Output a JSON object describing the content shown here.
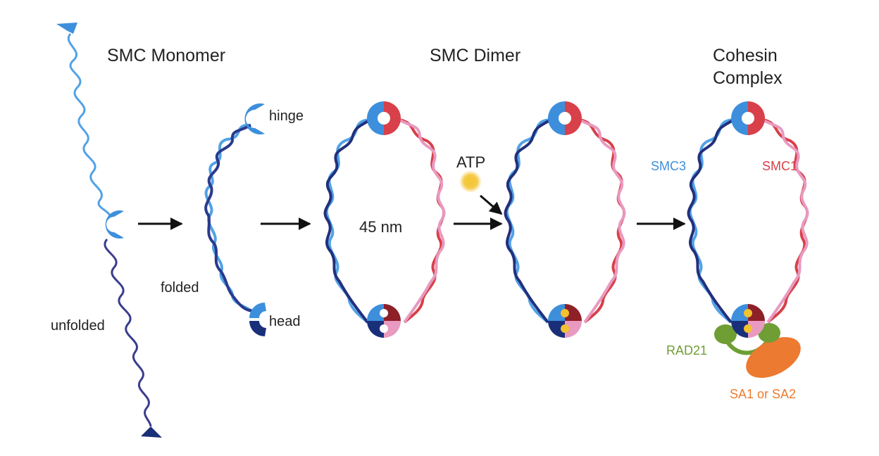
{
  "titles": {
    "monomer": "SMC Monomer",
    "dimer": "SMC Dimer",
    "cohesin_line1": "Cohesin",
    "cohesin_line2": "Complex"
  },
  "labels": {
    "unfolded": "unfolded",
    "folded": "folded",
    "hinge": "hinge",
    "head": "head",
    "length": "45 nm",
    "atp": "ATP",
    "smc3": "SMC3",
    "smc1": "SMC1",
    "rad21": "RAD21",
    "sa": "SA1 or SA2"
  },
  "colors": {
    "smc3_light": "#3d8fdc",
    "smc3_dark": "#1a2f7a",
    "smc1_red": "#d8404a",
    "smc1_pink": "#e89ac0",
    "smc1_darkred": "#8e2028",
    "atp": "#f2c230",
    "rad21": "#6f9e34",
    "sa": "#ec7a30",
    "arrow": "#111111"
  }
}
